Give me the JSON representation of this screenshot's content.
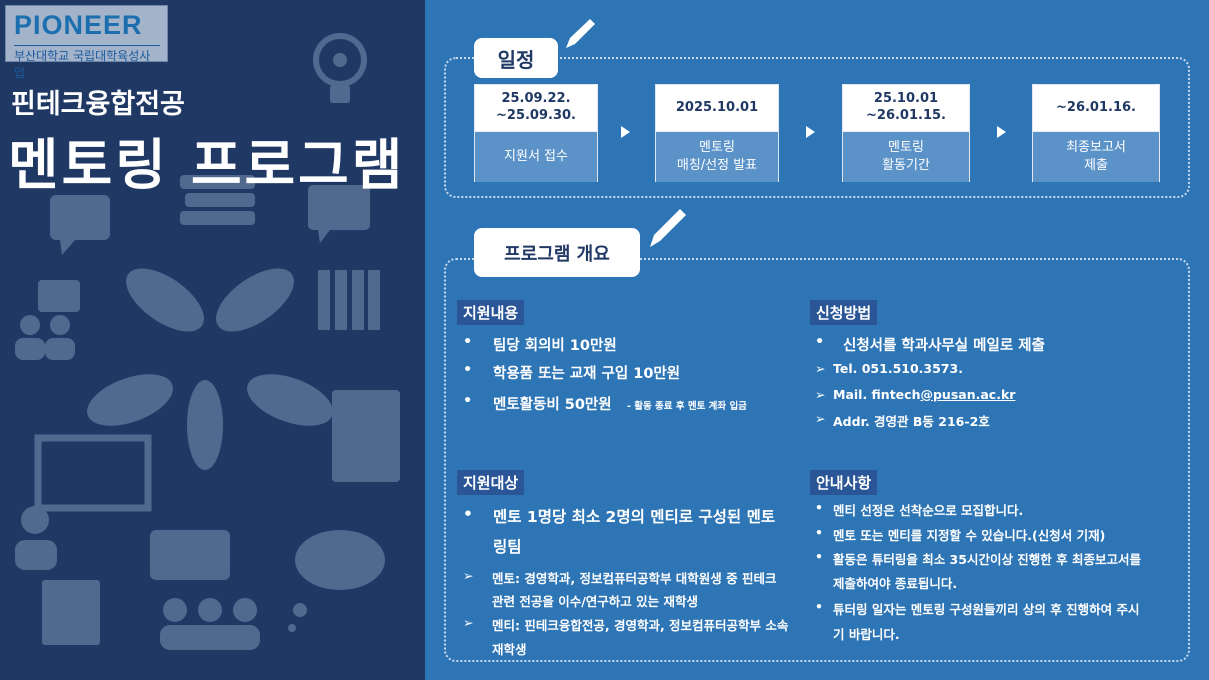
{
  "logo": {
    "brand": "PIONEER",
    "tagline": "부산대학교 국립대학육성사업"
  },
  "header": {
    "subtitle": "핀테크융합전공",
    "title": "멘토링 프로그램"
  },
  "schedule": {
    "heading": "일정",
    "steps": [
      {
        "date": "25.09.22.\n~25.09.30.",
        "name": "지원서 접수"
      },
      {
        "date": "2025.10.01",
        "name": "멘토링\n매칭/선정 발표"
      },
      {
        "date": "25.10.01\n~26.01.15.",
        "name": "멘토링\n활동기간"
      },
      {
        "date": "~26.01.16.",
        "name": "최종보고서\n제출"
      }
    ]
  },
  "overview": {
    "heading": "프로그램 개요",
    "support": {
      "label": "지원내용",
      "items": [
        "팀당 회의비 10만원",
        "학용품 또는 교재 구입 10만원",
        "멘토활동비 50만원"
      ],
      "note": "- 활동 종료 후 멘토 계좌 입금"
    },
    "apply": {
      "label": "신청방법",
      "main": "신청서를 학과사무실 메일로 제출",
      "tel": "Tel. 051.510.3573.",
      "mail_prefix": "Mail. fintech",
      "mail_link": "@pusan.ac.kr",
      "addr": "Addr. 경영관 B동 216-2호"
    },
    "target": {
      "label": "지원대상",
      "main_1": "멘토 1명당 최소 2명의 멘티로 구성된 멘토",
      "main_2": "링팀",
      "mentor_1": "멘토: 경영학과, 정보컴퓨터공학부 대학원생 중   핀테크",
      "mentor_2": "관련 전공을 이수/연구하고 있는 재학생",
      "mentee_1": "멘티: 핀테크융합전공, 경영학과, 정보컴퓨터공학부 소속",
      "mentee_2": "재학생"
    },
    "notice": {
      "label": "안내사항",
      "items": [
        "멘티 선정은 선착순으로 모집합니다.",
        "멘토 또는 멘티를 지정할 수 있습니다.(신청서 기재)",
        "활동은 튜터링을 최소 35시간이상 진행한 후 최종보고서를",
        "제출하여야 종료됩니다.",
        "튜터링 일자는 멘토링 구성원들끼리 상의 후 진행하여 주시",
        "기 바랍니다."
      ]
    }
  },
  "glyphs": {
    "bullet": "•",
    "arrow": "➢"
  }
}
